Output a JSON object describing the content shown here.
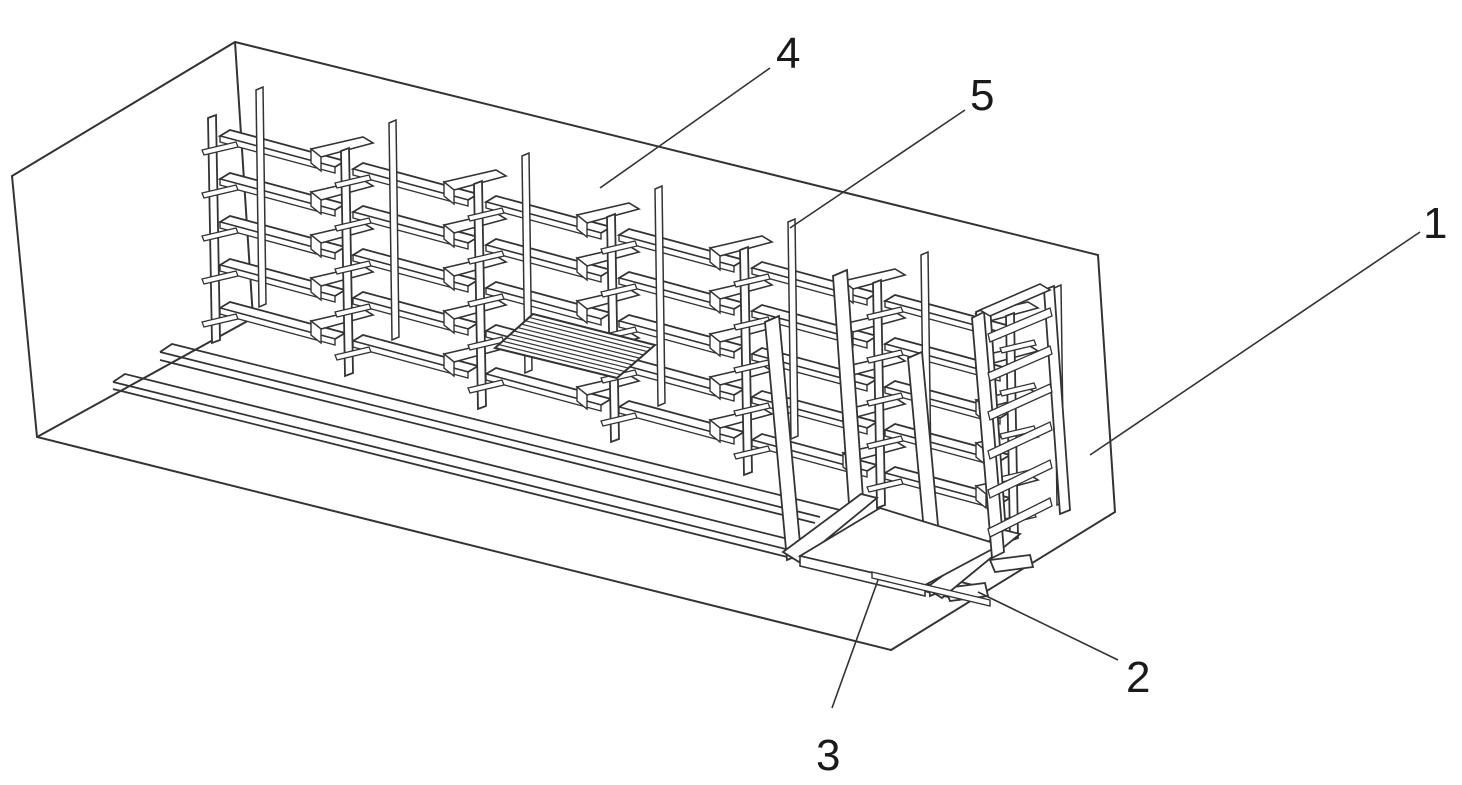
{
  "labels": {
    "l1": "1",
    "l2": "2",
    "l3": "3",
    "l4": "4",
    "l5": "5"
  },
  "colors": {
    "stroke": "#333333",
    "fill": "#ffffff",
    "background": "#ffffff"
  }
}
